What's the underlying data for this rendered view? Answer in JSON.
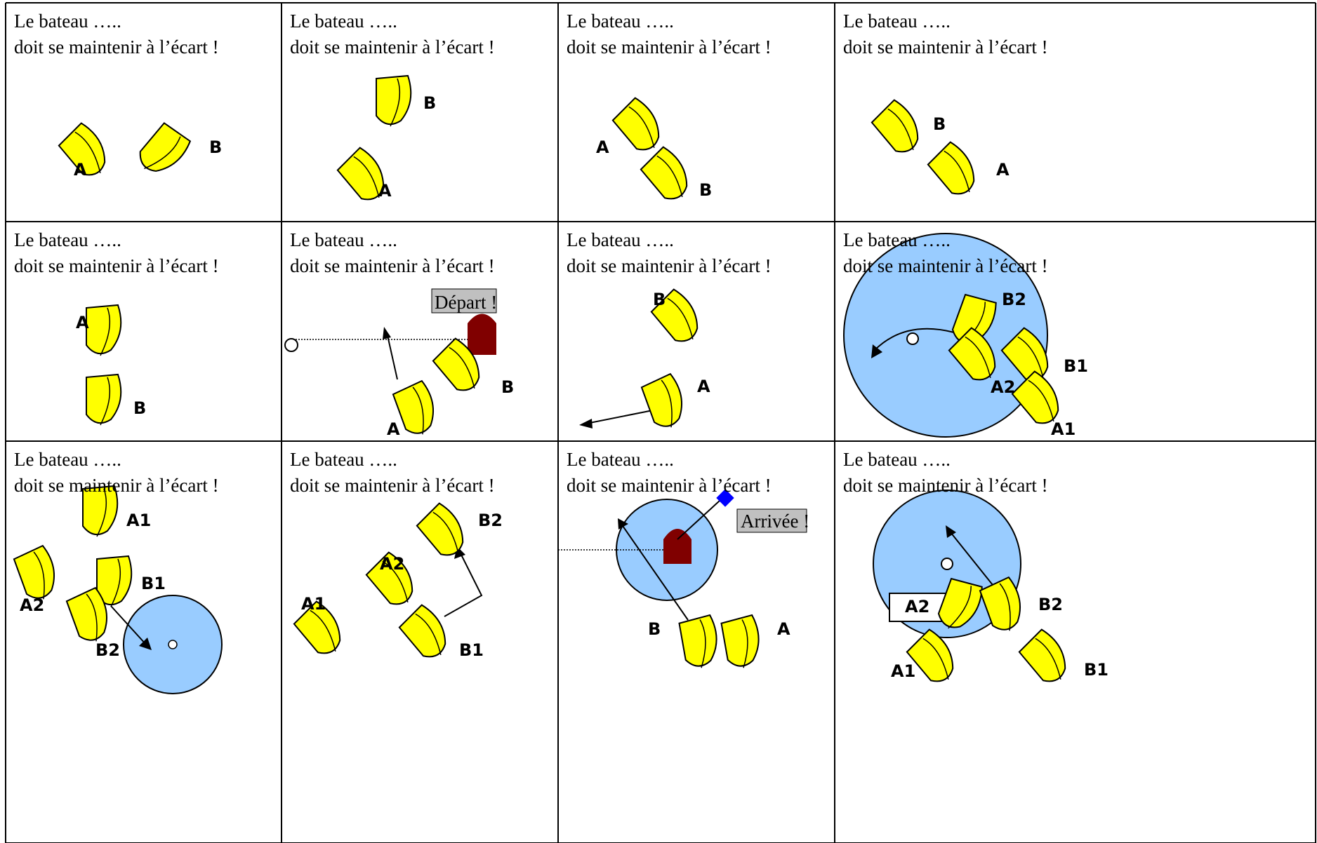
{
  "cells": [
    {
      "line1": "Le bateau …..",
      "line2": "doit se maintenir à l’écart !",
      "labels": [
        "A",
        "B"
      ]
    },
    {
      "line1": "Le bateau …..",
      "line2": "doit se maintenir à l’écart !",
      "labels": [
        "B",
        "A"
      ]
    },
    {
      "line1": "Le bateau …..",
      "line2": "doit se maintenir à l’écart !",
      "labels": [
        "A",
        "B"
      ]
    },
    {
      "line1": "Le bateau …..",
      "line2": "doit se maintenir à l’écart !",
      "labels": [
        "B",
        "A"
      ]
    },
    {
      "line1": "Le bateau …..",
      "line2": "doit se maintenir à l’écart !",
      "labels": [
        "A",
        "B"
      ]
    },
    {
      "line1": "Le bateau …..",
      "line2": "doit se maintenir à l’écart !",
      "labels": [
        "A",
        "B"
      ],
      "note": "Départ !"
    },
    {
      "line1": "Le bateau …..",
      "line2": "doit se maintenir à l’écart !",
      "labels": [
        "B",
        "A"
      ]
    },
    {
      "line1": "Le bateau …..",
      "line2": "doit se maintenir à l’écart !",
      "labels": [
        "B2",
        "B1",
        "A2",
        "A1"
      ]
    },
    {
      "line1": "Le bateau …..",
      "line2": "doit se maintenir à l’écart !",
      "labels": [
        "A1",
        "A2",
        "B1",
        "B2"
      ]
    },
    {
      "line1": "Le bateau …..",
      "line2": "doit se maintenir à l’écart !",
      "labels": [
        "B2",
        "A2",
        "A1",
        "B1"
      ]
    },
    {
      "line1": "Le bateau …..",
      "line2": "doit se maintenir à l’écart !",
      "labels": [
        "B",
        "A"
      ],
      "note": "Arrivée !"
    },
    {
      "line1": "Le bateau …..",
      "line2": "doit se maintenir à l’écart !",
      "labels": [
        "A2",
        "B2",
        "A1",
        "B1"
      ]
    }
  ],
  "colors": {
    "boat": "#ffff00",
    "mark_zone": "#99ccff",
    "committee_boat": "#800000",
    "label_box": "#c0c0c0",
    "buoy": "#0000ff"
  }
}
